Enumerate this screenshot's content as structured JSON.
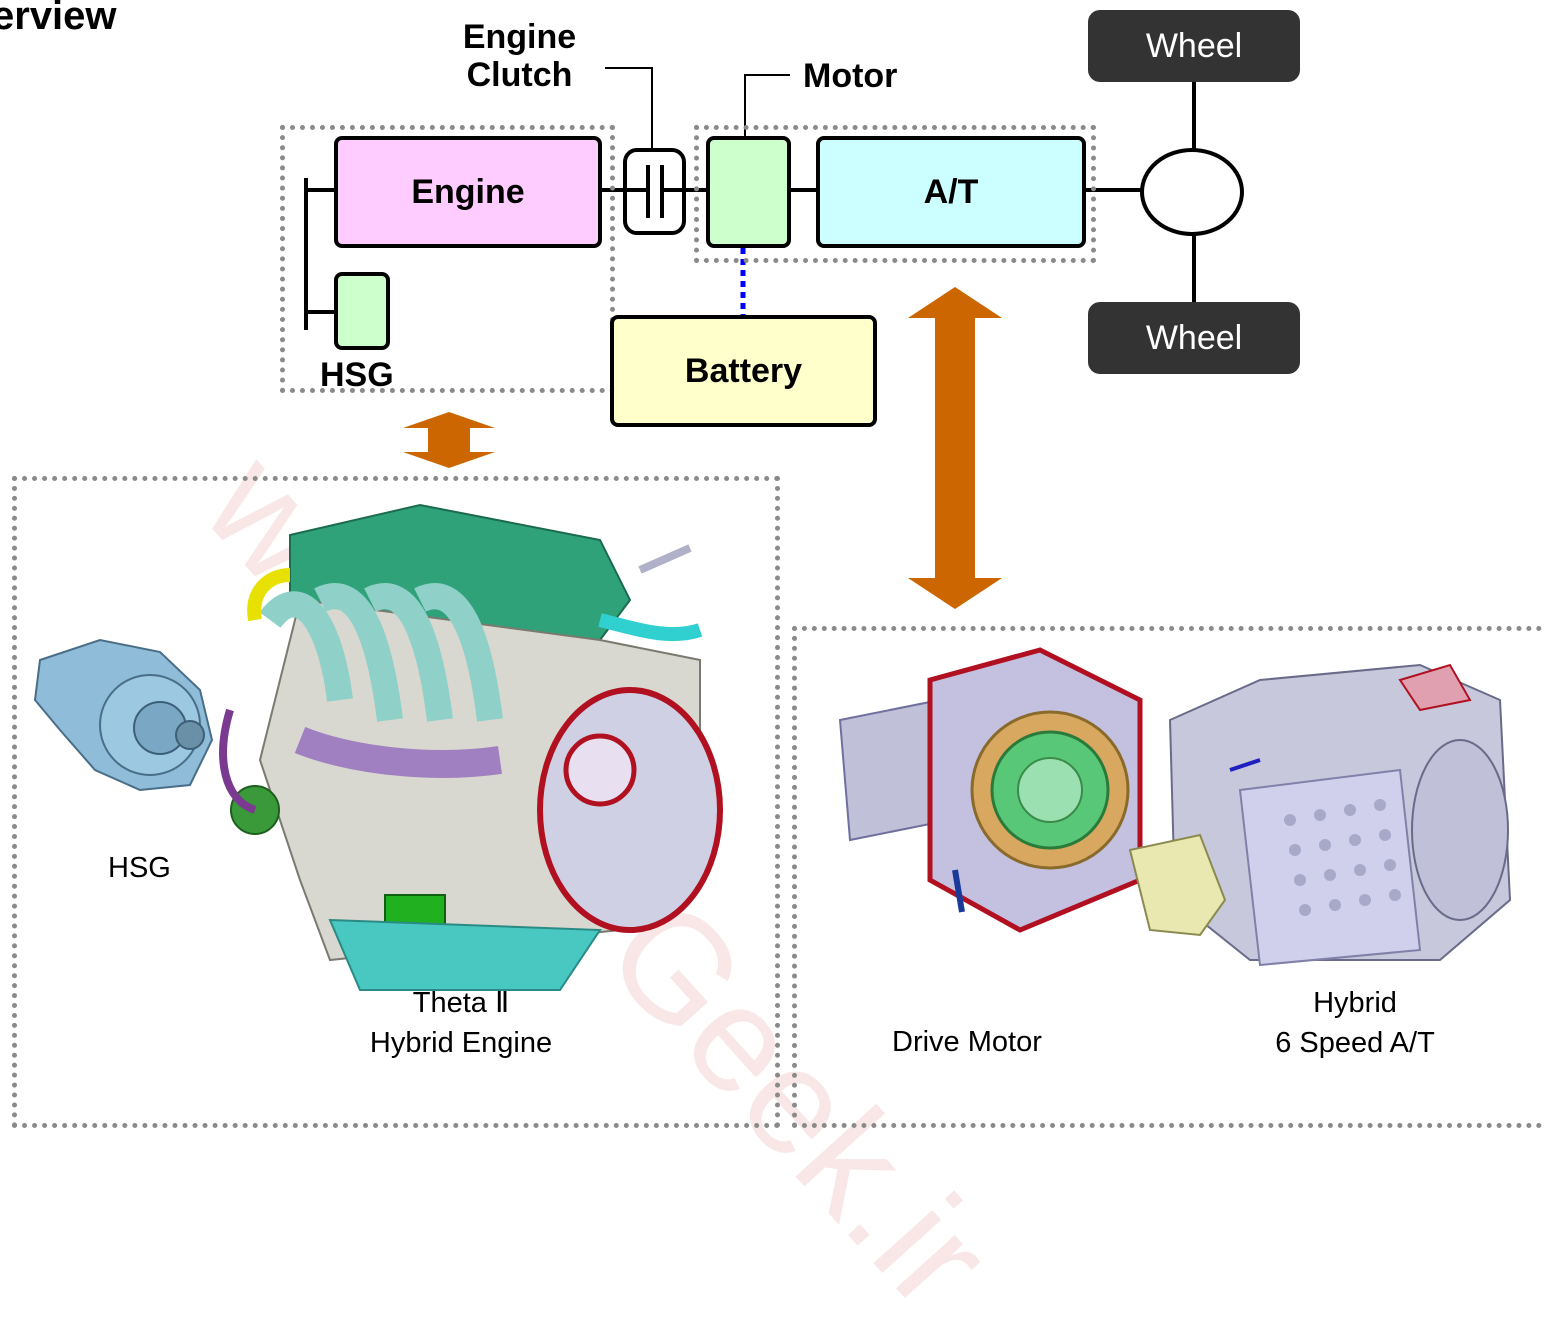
{
  "title": "erview",
  "schematic": {
    "engine": "Engine",
    "engine_clutch_line1": "Engine",
    "engine_clutch_line2": "Clutch",
    "motor": "Motor",
    "at": "A/T",
    "hsg": "HSG",
    "battery": "Battery",
    "wheel_top": "Wheel",
    "wheel_bottom": "Wheel"
  },
  "photos": {
    "hsg": "HSG",
    "engine_line1": "Theta Ⅱ",
    "engine_line2": "Hybrid Engine",
    "drive_motor": "Drive Motor",
    "at_line1": "Hybrid",
    "at_line2": "6 Speed A/T"
  },
  "watermark": "www.CarGeek.ir",
  "colors": {
    "engine": "#ffccff",
    "motor": "#ccffcc",
    "at": "#ccffff",
    "battery": "#ffffcc",
    "wheel": "#333333",
    "arrow": "#cc6600",
    "battery_link": "#0000ff",
    "dotted_frame": "#8a8a8a"
  }
}
